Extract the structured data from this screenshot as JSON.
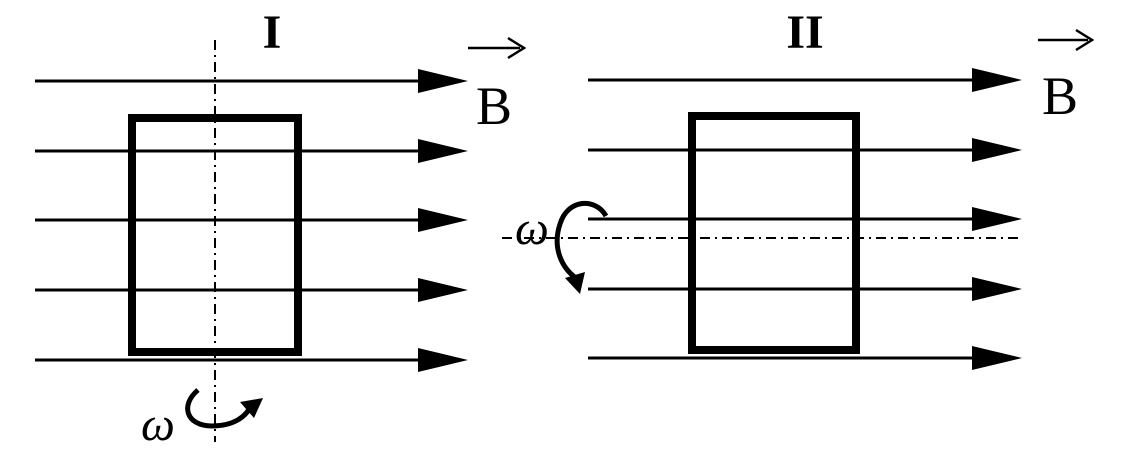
{
  "figure_I": {
    "label": "I",
    "field_label": "B",
    "angular_velocity_label": "ω"
  },
  "figure_II": {
    "label": "II",
    "field_label": "B",
    "angular_velocity_label": "ω"
  },
  "colors": {
    "ink": "#000000",
    "background": "#ffffff"
  }
}
